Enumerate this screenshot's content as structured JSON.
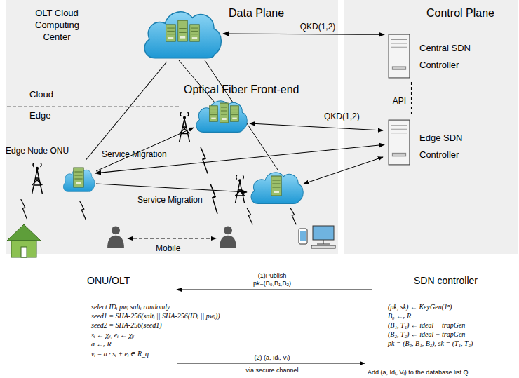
{
  "diagram": {
    "nodes": [
      {
        "text": [
          "Data Plane"
        ]
      },
      {
        "text": [
          "Control Plane"
        ]
      },
      {
        "text": [
          "OLT Cloud Computing Center"
        ],
        "in": 0
      },
      {
        "text": [
          "Central SDN Controller"
        ],
        "in": 1
      },
      {
        "text": [
          "Edge SDN Controller"
        ],
        "in": 1
      },
      {
        "text": [
          "Edge Node ONU"
        ],
        "in": 0
      }
    ],
    "edges": [
      {
        "from": 2,
        "to": 3,
        "label": "QKD(1,2)",
        "arrow": "both"
      },
      {
        "from": 3,
        "to": 4,
        "label": "API",
        "arrow": "none"
      },
      {
        "from": 2,
        "to": 5,
        "arrow": "none"
      },
      {
        "from": 4,
        "to": 5,
        "arrow": "both"
      }
    ],
    "labels": [
      "Cloud",
      "Edge",
      "Optical Fiber Front-end",
      "QKD(1,2)",
      "Service Migration",
      "Service Migration",
      "Mobile",
      "ONU/OLT",
      "SDN controller",
      "(1)Publish",
      "pk=(B₀,B₁,B₂)",
      "select IDᵢ pwᵢ saltᵢ randomly",
      "seed1 = SHA-256(saltᵢ || SHA-256(IDᵢ || pwᵢ))",
      "seed2 = SHA-256(seed1)",
      "sᵢ ← χᵦ, eᵢ ← χᵦ",
      "a ←ᵣ R",
      "vᵢ = a · sᵢ + eᵢ ∈ R_q",
      "(pk, sk) ← KeyGen(1ⁿ)",
      "B₀ ←ᵣ R",
      "(B₁, T₁) ← ideal − trapGen",
      "(B₂, T₂) ← ideal − trapGen",
      "pk = (B₀, B₁, B₂), sk = (T₁, T₂)",
      "(2) (a, Idᵢ, Vᵢ)",
      "via secure channel",
      "Add (a, Idᵢ, Vᵢ) to the database list Q."
    ]
  }
}
